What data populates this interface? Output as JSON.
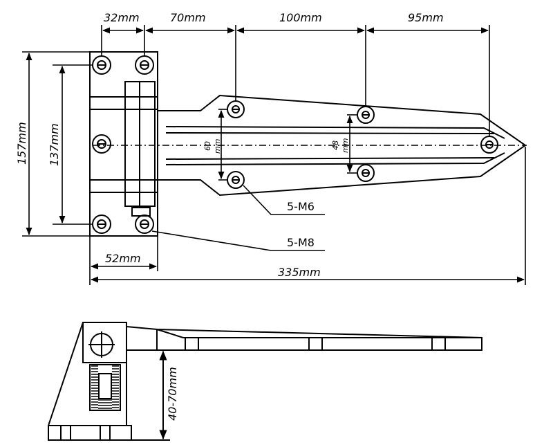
{
  "dimensions": {
    "pitch_1": "32mm",
    "pitch_2": "70mm",
    "pitch_3": "100mm",
    "pitch_4": "95mm",
    "outer_height": "157mm",
    "inner_height": "137mm",
    "spread_60": "60",
    "spread_60_unit": "mm",
    "spread_48": "48",
    "spread_48_unit": "mm",
    "base_width": "52mm",
    "overall_length": "335mm",
    "offset_range": "40-70mm"
  },
  "callouts": {
    "m6_screws": "5-M6",
    "m8_screws": "5-M8"
  },
  "colors": {
    "line": "#000000",
    "background": "#ffffff"
  }
}
